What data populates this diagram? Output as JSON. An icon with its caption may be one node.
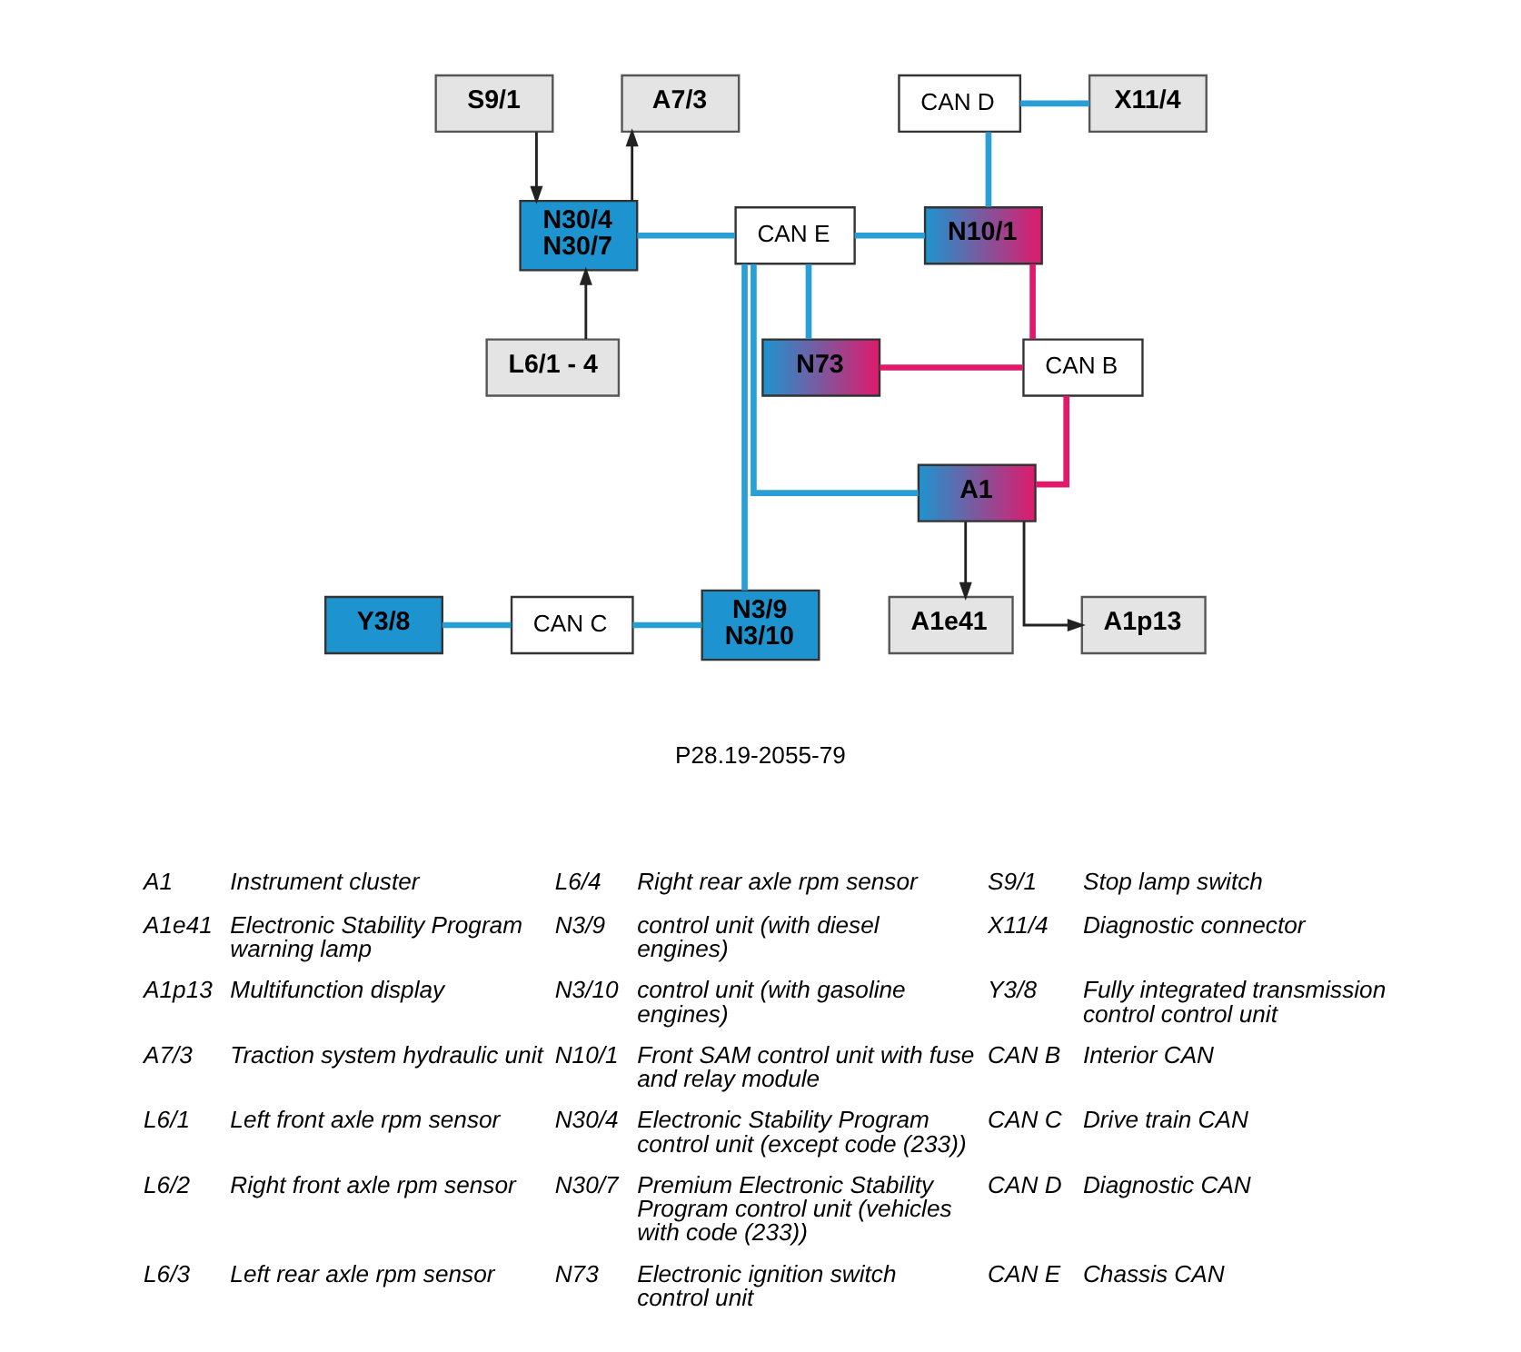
{
  "diagram": {
    "nodes": [
      {
        "text": [
          "S9/1"
        ]
      },
      {
        "text": [
          "A7/3"
        ]
      },
      {
        "text": [
          "CAN D"
        ]
      },
      {
        "text": [
          "X11/4"
        ]
      },
      {
        "text": [
          "N30/4",
          "N30/7"
        ]
      },
      {
        "text": [
          "CAN E"
        ]
      },
      {
        "text": [
          "N10/1"
        ]
      },
      {
        "text": [
          "CAN B"
        ]
      },
      {
        "text": [
          "L6/1 - 4"
        ]
      },
      {
        "text": [
          "N73"
        ]
      },
      {
        "text": [
          "A1"
        ]
      },
      {
        "text": [
          "Y3/8"
        ]
      },
      {
        "text": [
          "CAN C"
        ]
      },
      {
        "text": [
          "N3/9",
          "N3/10"
        ]
      },
      {
        "text": [
          "A1e41"
        ]
      },
      {
        "text": [
          "A1p13"
        ]
      }
    ],
    "edges": [
      {
        "from": 0,
        "to": 4,
        "arrow": "to",
        "color": "#222222"
      },
      {
        "from": 4,
        "to": 1,
        "arrow": "to",
        "color": "#222222"
      },
      {
        "from": 8,
        "to": 4,
        "arrow": "to",
        "color": "#222222"
      },
      {
        "from": 4,
        "to": 5,
        "arrow": "none",
        "color": "#2a9fd6"
      },
      {
        "from": 5,
        "to": 6,
        "arrow": "none",
        "color": "#2a9fd6"
      },
      {
        "from": 5,
        "to": 9,
        "arrow": "none",
        "color": "#2a9fd6"
      },
      {
        "from": 5,
        "to": 10,
        "arrow": "none",
        "color": "#2a9fd6"
      },
      {
        "from": 5,
        "to": 13,
        "arrow": "none",
        "color": "#2a9fd6"
      },
      {
        "from": 6,
        "to": 2,
        "arrow": "none",
        "color": "#2a9fd6"
      },
      {
        "from": 2,
        "to": 3,
        "arrow": "none",
        "color": "#2a9fd6"
      },
      {
        "from": 6,
        "to": 7,
        "arrow": "none",
        "color": "#e0196b"
      },
      {
        "from": 9,
        "to": 7,
        "arrow": "none",
        "color": "#e0196b"
      },
      {
        "from": 10,
        "to": 7,
        "arrow": "none",
        "color": "#e0196b"
      },
      {
        "from": 11,
        "to": 12,
        "arrow": "none",
        "color": "#2a9fd6"
      },
      {
        "from": 12,
        "to": 13,
        "arrow": "none",
        "color": "#2a9fd6"
      },
      {
        "from": 10,
        "to": 14,
        "arrow": "to",
        "color": "#222222"
      },
      {
        "from": 10,
        "to": 15,
        "arrow": "to",
        "color": "#222222"
      }
    ],
    "labels": [
      "P28.19-2055-79",
      "A1",
      "Instrument cluster",
      "L6/4",
      "Right rear axle rpm sensor",
      "S9/1",
      "Stop lamp switch",
      "A1e41",
      "Electronic Stability Program warning lamp",
      "N3/9",
      "control unit (with diesel engines)",
      "X11/4",
      "Diagnostic connector",
      "A1p13",
      "Multifunction display",
      "N3/10",
      "control unit (with gasoline engines)",
      "Y3/8",
      "Fully integrated transmission control control unit",
      "A7/3",
      "Traction system hydraulic unit",
      "N10/1",
      "Front SAM control unit with fuse and relay module",
      "CAN B",
      "Interior CAN",
      "L6/1",
      "Left front axle rpm sensor",
      "N30/4",
      "Electronic Stability Program control unit (except code (233))",
      "CAN C",
      "Drive train CAN",
      "L6/2",
      "Right front axle rpm sensor",
      "N30/7",
      "Premium Electronic Stability Program control unit (vehicles with code (233))",
      "CAN D",
      "Diagnostic CAN",
      "L6/3",
      "Left rear axle rpm sensor",
      "N73",
      "Electronic ignition switch control unit",
      "CAN E",
      "Chassis CAN"
    ]
  }
}
